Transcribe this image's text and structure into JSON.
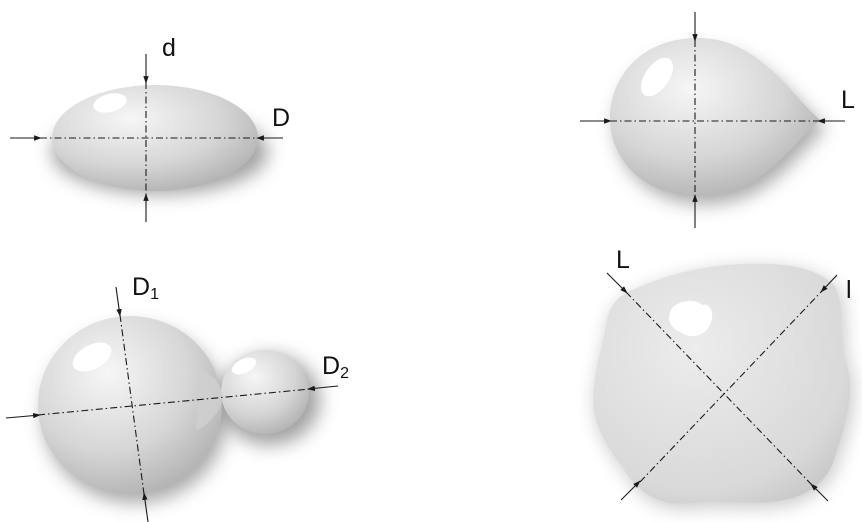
{
  "labels": {
    "ellipsoid_minor": "d",
    "ellipsoid_major": "D",
    "teardrop": "L",
    "double_large": "D",
    "double_large_sub": "1",
    "double_small": "D",
    "double_small_sub": "2",
    "irregular_long": "L",
    "irregular_short": "l"
  },
  "colors": {
    "droplet_light": "#f4f4f4",
    "droplet_dark": "#aaaaaa",
    "shadow": "#555555",
    "axis": "#1a1a1a"
  }
}
